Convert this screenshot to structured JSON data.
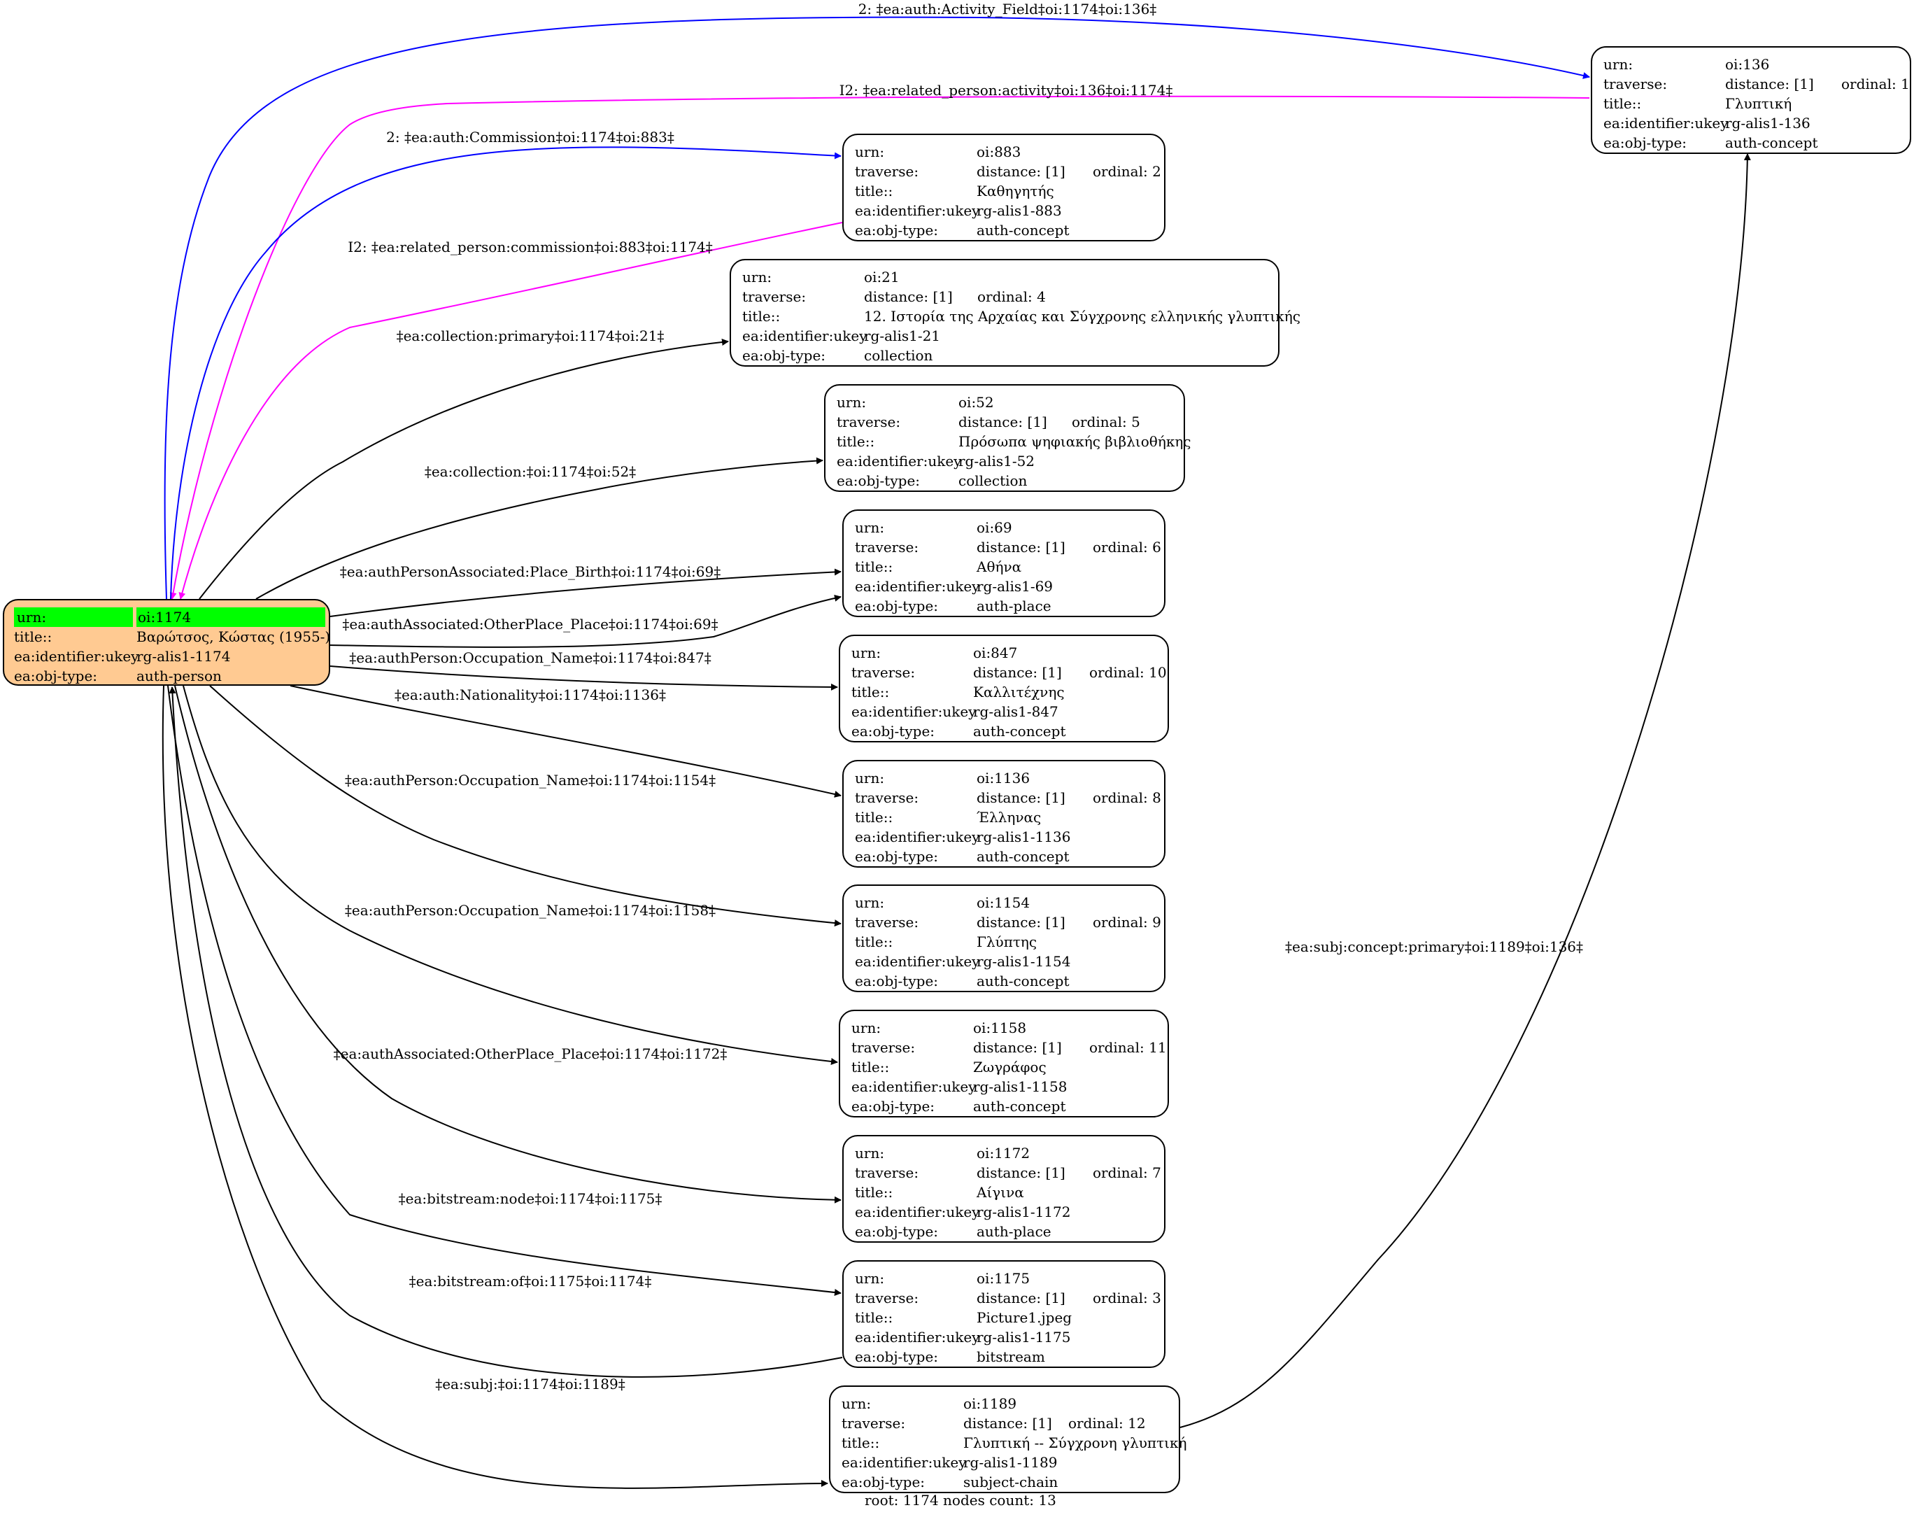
{
  "colors": {
    "default_edge": "#000000",
    "blue_edge": "#0000ff",
    "magenta_edge": "#ff00ff",
    "root_fill": "#ffca92",
    "highlight": "#00ff00"
  },
  "root": {
    "rows": [
      {
        "key": "urn:",
        "value": "oi:1174"
      },
      {
        "key": "title::",
        "value": "Βαρώτσος, Κώστας (1955-)"
      },
      {
        "key": "ea:identifier:ukey",
        "value": "rg-alis1-1174"
      },
      {
        "key": "ea:obj-type:",
        "value": "auth-person"
      }
    ]
  },
  "nodes": [
    {
      "urn": "oi:136",
      "distance": "distance: [1]",
      "ordinal": "ordinal: 1",
      "title": "Γλυπτική",
      "ukey": "rg-alis1-136",
      "type": "auth-concept"
    },
    {
      "urn": "oi:883",
      "distance": "distance: [1]",
      "ordinal": "ordinal: 2",
      "title": "Καθηγητής",
      "ukey": "rg-alis1-883",
      "type": "auth-concept"
    },
    {
      "urn": "oi:21",
      "distance": "distance: [1]",
      "ordinal": "ordinal: 4",
      "title": "12. Ιστορία της Αρχαίας και Σύγχρονης ελληνικής γλυπτικής",
      "ukey": "rg-alis1-21",
      "type": "collection"
    },
    {
      "urn": "oi:52",
      "distance": "distance: [1]",
      "ordinal": "ordinal: 5",
      "title": "Πρόσωπα ψηφιακής βιβλιοθήκης",
      "ukey": "rg-alis1-52",
      "type": "collection"
    },
    {
      "urn": "oi:69",
      "distance": "distance: [1]",
      "ordinal": "ordinal: 6",
      "title": "Αθήνα",
      "ukey": "rg-alis1-69",
      "type": "auth-place"
    },
    {
      "urn": "oi:847",
      "distance": "distance: [1]",
      "ordinal": "ordinal: 10",
      "title": "Καλλιτέχνης",
      "ukey": "rg-alis1-847",
      "type": "auth-concept"
    },
    {
      "urn": "oi:1136",
      "distance": "distance: [1]",
      "ordinal": "ordinal: 8",
      "title": "Έλληνας",
      "ukey": "rg-alis1-1136",
      "type": "auth-concept"
    },
    {
      "urn": "oi:1154",
      "distance": "distance: [1]",
      "ordinal": "ordinal: 9",
      "title": "Γλύπτης",
      "ukey": "rg-alis1-1154",
      "type": "auth-concept"
    },
    {
      "urn": "oi:1158",
      "distance": "distance: [1]",
      "ordinal": "ordinal: 11",
      "title": "Ζωγράφος",
      "ukey": "rg-alis1-1158",
      "type": "auth-concept"
    },
    {
      "urn": "oi:1172",
      "distance": "distance: [1]",
      "ordinal": "ordinal: 7",
      "title": "Αίγινα",
      "ukey": "rg-alis1-1172",
      "type": "auth-place"
    },
    {
      "urn": "oi:1175",
      "distance": "distance: [1]",
      "ordinal": "ordinal: 3",
      "title": "Picture1.jpeg",
      "ukey": "rg-alis1-1175",
      "type": "bitstream"
    },
    {
      "urn": "oi:1189",
      "distance": "distance: [1]",
      "ordinal": "ordinal: 12",
      "title": "Γλυπτική -- Σύγχρονη γλυπτική",
      "ukey": "rg-alis1-1189",
      "type": "subject-chain"
    }
  ],
  "row_keys": {
    "urn": "urn:",
    "traverse": "traverse:",
    "title": "title::",
    "ukey": "ea:identifier:ukey",
    "type": "ea:obj-type:"
  },
  "edges": [
    {
      "label": "2: ‡ea:auth:Activity_Field‡oi:1174‡oi:136‡",
      "color": "blue"
    },
    {
      "label": "I2: ‡ea:related_person:activity‡oi:136‡oi:1174‡",
      "color": "magenta"
    },
    {
      "label": "2: ‡ea:auth:Commission‡oi:1174‡oi:883‡",
      "color": "blue"
    },
    {
      "label": "I2: ‡ea:related_person:commission‡oi:883‡oi:1174‡",
      "color": "magenta"
    },
    {
      "label": "‡ea:collection:primary‡oi:1174‡oi:21‡",
      "color": "black"
    },
    {
      "label": "‡ea:collection:‡oi:1174‡oi:52‡",
      "color": "black"
    },
    {
      "label": "‡ea:authPersonAssociated:Place_Birth‡oi:1174‡oi:69‡",
      "color": "black"
    },
    {
      "label": "‡ea:authAssociated:OtherPlace_Place‡oi:1174‡oi:69‡",
      "color": "black"
    },
    {
      "label": "‡ea:authPerson:Occupation_Name‡oi:1174‡oi:847‡",
      "color": "black"
    },
    {
      "label": "‡ea:auth:Nationality‡oi:1174‡oi:1136‡",
      "color": "black"
    },
    {
      "label": "‡ea:authPerson:Occupation_Name‡oi:1174‡oi:1154‡",
      "color": "black"
    },
    {
      "label": "‡ea:authPerson:Occupation_Name‡oi:1174‡oi:1158‡",
      "color": "black"
    },
    {
      "label": "‡ea:authAssociated:OtherPlace_Place‡oi:1174‡oi:1172‡",
      "color": "black"
    },
    {
      "label": "‡ea:bitstream:node‡oi:1174‡oi:1175‡",
      "color": "black"
    },
    {
      "label": "‡ea:bitstream:of‡oi:1175‡oi:1174‡",
      "color": "black"
    },
    {
      "label": "‡ea:subj:‡oi:1174‡oi:1189‡",
      "color": "black"
    },
    {
      "label": "‡ea:subj:concept:primary‡oi:1189‡oi:136‡",
      "color": "black"
    }
  ],
  "footer": "root: 1174 nodes count: 13"
}
